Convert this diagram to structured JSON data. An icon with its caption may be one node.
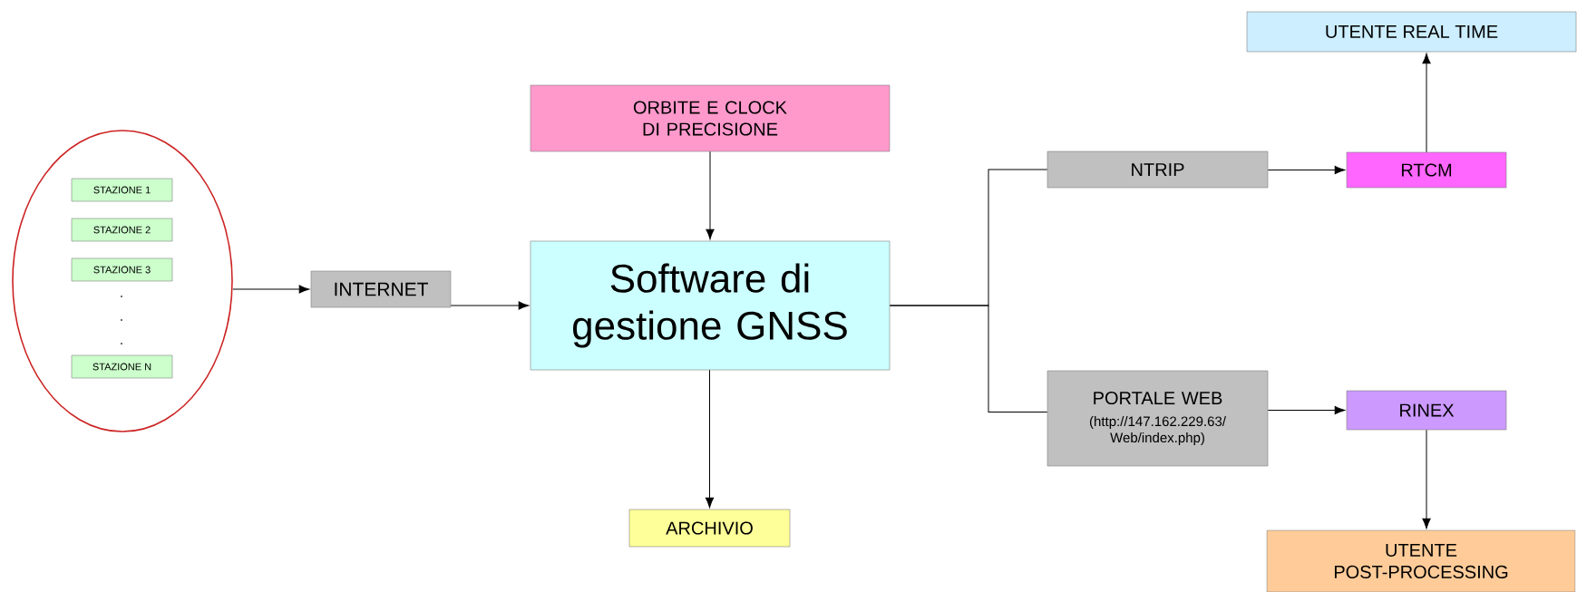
{
  "diagram": {
    "nodes": [
      {
        "text": [],
        "shape": "ellipse"
      },
      {
        "text": [
          "STAZIONE 1"
        ],
        "in": 0
      },
      {
        "text": [
          "STAZIONE 2"
        ],
        "in": 0
      },
      {
        "text": [
          "STAZIONE 3"
        ],
        "in": 0
      },
      {
        "text": [
          "STAZIONE N"
        ],
        "in": 0
      },
      {
        "text": [
          "INTERNET"
        ]
      },
      {
        "text": [
          "ORBITE E CLOCK DI PRECISIONE"
        ]
      },
      {
        "text": [
          "Software di gestione GNSS"
        ]
      },
      {
        "text": [
          "ARCHIVIO"
        ]
      },
      {
        "text": [
          "NTRIP"
        ]
      },
      {
        "text": [
          "RTCM"
        ]
      },
      {
        "text": [
          "PORTALE WEB",
          "(http://147.162.229.63/ Web/index.php)"
        ]
      },
      {
        "text": [
          "RINEX"
        ]
      },
      {
        "text": [
          "UTENTE REAL TIME"
        ]
      },
      {
        "text": [
          "UTENTE POST-PROCESSING"
        ]
      }
    ],
    "edges": [
      {
        "from": 0,
        "to": 5,
        "arrow": "to"
      },
      {
        "from": 5,
        "to": 7,
        "arrow": "to"
      },
      {
        "from": 6,
        "to": 7,
        "arrow": "to"
      },
      {
        "from": 7,
        "to": 8,
        "arrow": "to"
      },
      {
        "from": 7,
        "to": 9,
        "arrow": "none"
      },
      {
        "from": 7,
        "to": 11,
        "arrow": "none"
      },
      {
        "from": 9,
        "to": 10,
        "arrow": "to"
      },
      {
        "from": 11,
        "to": 12,
        "arrow": "to"
      },
      {
        "from": 10,
        "to": 13,
        "arrow": "to"
      },
      {
        "from": 12,
        "to": 14,
        "arrow": "to"
      }
    ],
    "labels": [
      ".",
      ".",
      "."
    ]
  }
}
